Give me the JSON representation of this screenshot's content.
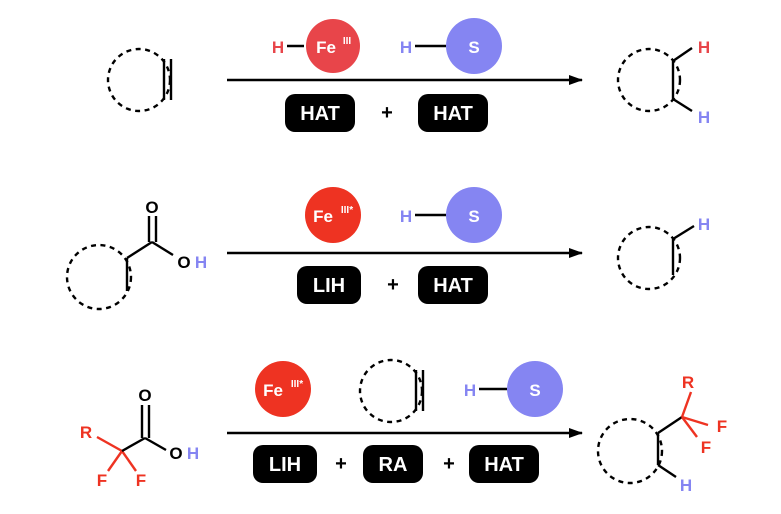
{
  "colors": {
    "iron": "#e8454a",
    "iron_strong": "#ee3322",
    "thiol": "#8585f2",
    "label_bg": "#000000",
    "label_fg": "#ffffff",
    "bond": "#000000"
  },
  "reactions": [
    {
      "catalyst_h": "H",
      "catalyst_metal": "Fe",
      "catalyst_metal_sup": "III",
      "thiol_h": "H",
      "thiol_s": "S",
      "labels": [
        "HAT",
        "+",
        "HAT"
      ],
      "product_h_top": "H",
      "product_h_bottom": "H"
    },
    {
      "substrate_o": "O",
      "substrate_oh_o": "O",
      "substrate_oh_h": "H",
      "catalyst_metal": "Fe",
      "catalyst_metal_sup": "III*",
      "thiol_h": "H",
      "thiol_s": "S",
      "labels": [
        "LIH",
        "+",
        "HAT"
      ],
      "product_h": "H"
    },
    {
      "substrate_o": "O",
      "substrate_oh_o": "O",
      "substrate_oh_h": "H",
      "substrate_r": "R",
      "substrate_f1": "F",
      "substrate_f2": "F",
      "catalyst_metal": "Fe",
      "catalyst_metal_sup": "III*",
      "thiol_h": "H",
      "thiol_s": "S",
      "labels": [
        "LIH",
        "+",
        "RA",
        "+",
        "HAT"
      ],
      "product_r": "R",
      "product_f1": "F",
      "product_f2": "F",
      "product_h": "H"
    }
  ]
}
